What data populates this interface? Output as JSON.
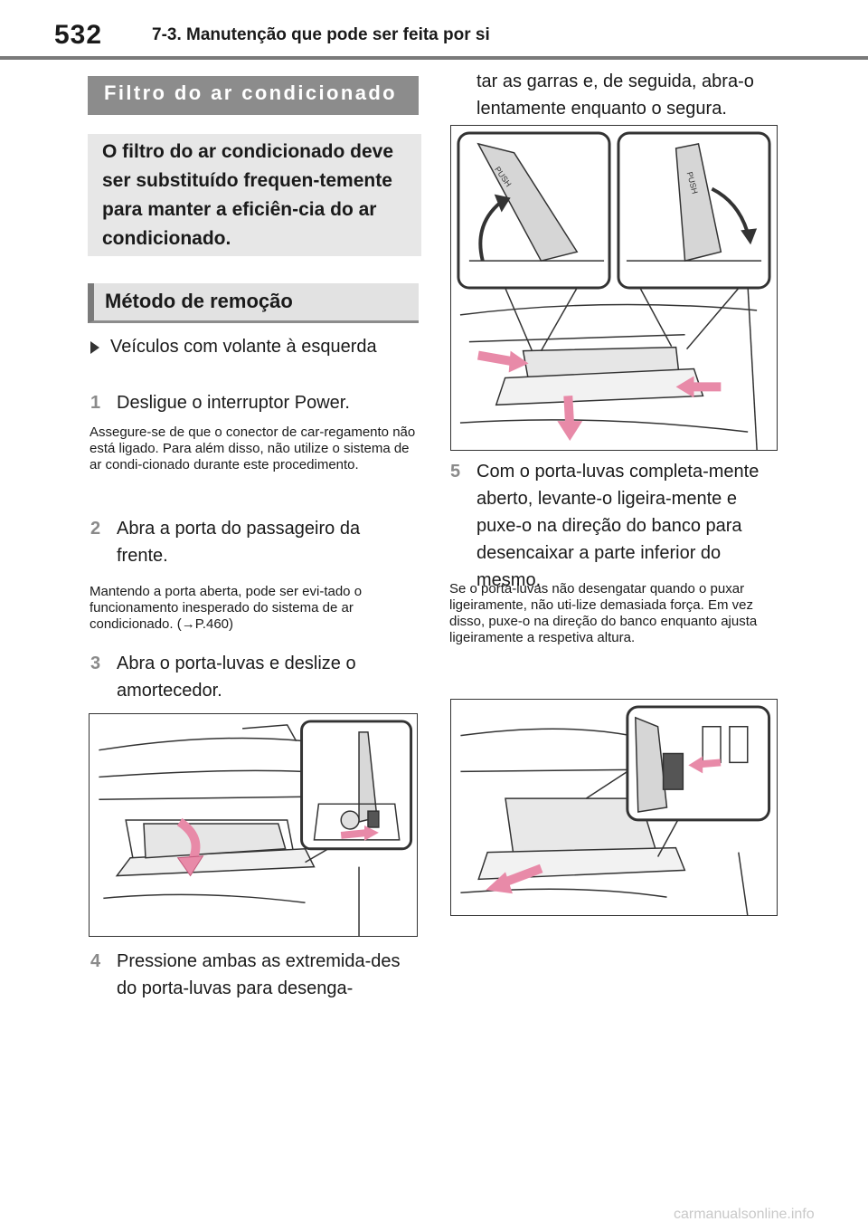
{
  "header": {
    "page_number": "532",
    "chapter_title": "7-3. Manutenção que pode ser feita por si"
  },
  "section_title": "Filtro do ar condicionado",
  "summary": "O filtro do ar condicionado deve ser substituído frequen-temente para manter a eficiên-cia do ar condicionado.",
  "method_heading": "Método de remoção",
  "bullet": "Veículos com volante à esquerda",
  "steps": [
    {
      "num": "1",
      "text": "Desligue o interruptor Power.",
      "note": "Assegure-se de que o conector de car-regamento não está ligado. Para além disso, não utilize o sistema de ar condi-cionado durante este procedimento."
    },
    {
      "num": "2",
      "text": "Abra a porta do passageiro da frente.",
      "note": "Mantendo a porta aberta, pode ser evi-tado o funcionamento inesperado do sistema de ar condicionado. (→P.460)"
    },
    {
      "num": "3",
      "text": "Abra o porta-luvas e deslize o amortecedor."
    },
    {
      "num": "4",
      "text": "Pressione ambas as extremida-des do porta-luvas para desenga-tar as garras e, de seguida, abra-o lentamente enquanto o segura."
    },
    {
      "num": "5",
      "text": "Com o porta-luvas completa-mente aberto, levante-o ligeira-mente e puxe-o na direção do banco para desencaixar a parte inferior do mesmo.",
      "note": "Se o porta-luvas não desengatar quando o puxar ligeiramente, não uti-lize demasiada força. Em vez disso, puxe-o na direção do banco enquanto ajusta ligeiramente a respetiva altura."
    }
  ],
  "figure_labels": {
    "push": "PUSH"
  },
  "colors": {
    "arrow_pink": "#e88aa8",
    "banner_gray": "#8c8c8c",
    "box_gray": "#e7e7e7"
  },
  "watermark": "carmanualsonline.info"
}
